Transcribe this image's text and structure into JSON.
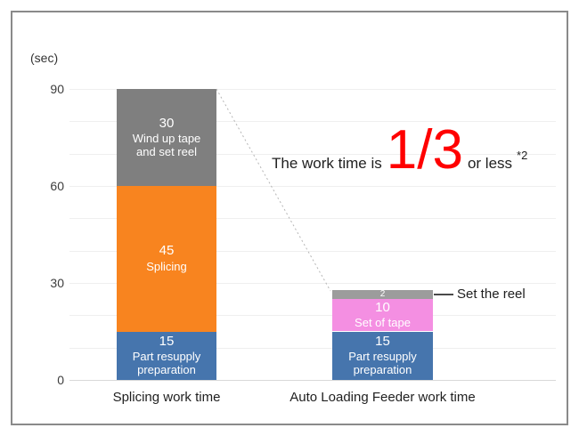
{
  "chart_data": {
    "type": "bar",
    "subtype": "stacked",
    "unit_label": "(sec)",
    "ylim": [
      0,
      90
    ],
    "y_ticks": [
      0,
      30,
      60,
      90
    ],
    "grid_step": 10,
    "legend": "none",
    "bars": [
      {
        "label": "Splicing work time",
        "total": 90,
        "segments": [
          {
            "name": "Part resupply preparation",
            "value": 15,
            "color": "#4675ad"
          },
          {
            "name": "Splicing",
            "value": 45,
            "color": "#f8841f"
          },
          {
            "name": "Wind up tape and set reel",
            "value": 30,
            "color": "#7f7f7f"
          }
        ]
      },
      {
        "label": "Auto Loading Feeder work time",
        "total": 27,
        "segments": [
          {
            "name": "Part resupply preparation",
            "value": 15,
            "color": "#4675ad"
          },
          {
            "name": "Set of tape",
            "value": 10,
            "color": "#f48fe2"
          },
          {
            "name": "",
            "value": 2,
            "color": "#9c9c9c",
            "callout": "Set the reel"
          }
        ]
      }
    ]
  },
  "annotation": {
    "prefix": "The work time is",
    "fraction": "1/3",
    "suffix": "or less",
    "footnote": "*2",
    "fraction_color": "#ff0000"
  }
}
